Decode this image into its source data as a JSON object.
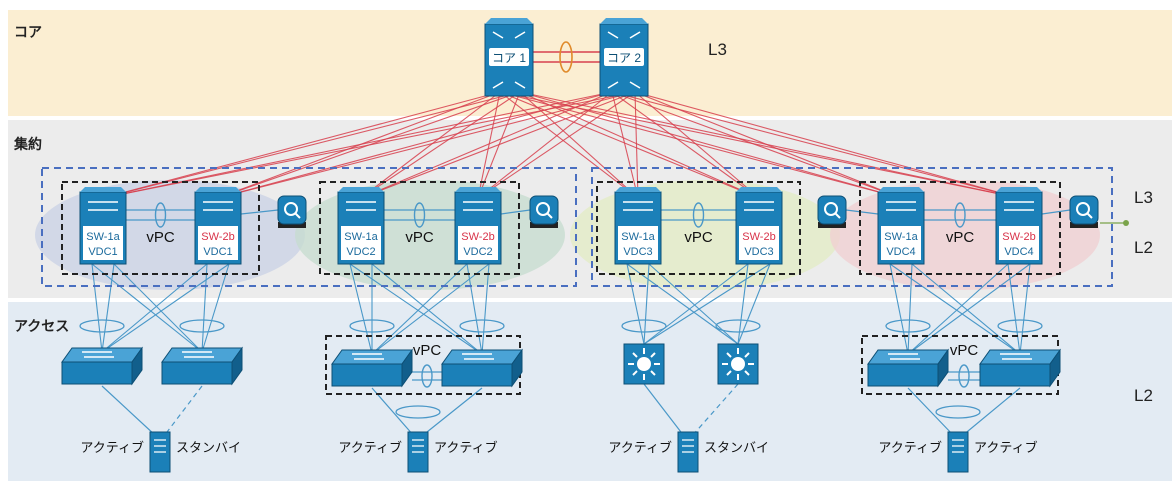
{
  "tiers": {
    "core": "コア",
    "aggregation": "集約",
    "access": "アクセス"
  },
  "layers": {
    "core_l3": "L3",
    "agg_l3": "L3",
    "agg_l2": "L2",
    "access_l2": "L2"
  },
  "core_switches": [
    "コア 1",
    "コア 2"
  ],
  "vdc_pairs": [
    {
      "left_name": "SW-1a",
      "left_vdc": "VDC1",
      "right_name": "SW-2b",
      "right_vdc": "VDC1",
      "label": "vPC"
    },
    {
      "left_name": "SW-1a",
      "left_vdc": "VDC2",
      "right_name": "SW-2b",
      "right_vdc": "VDC2",
      "label": "vPC"
    },
    {
      "left_name": "SW-1a",
      "left_vdc": "VDC3",
      "right_name": "SW-2b",
      "right_vdc": "VDC3",
      "label": "vPC"
    },
    {
      "left_name": "SW-1a",
      "left_vdc": "VDC4",
      "right_name": "SW-2b",
      "right_vdc": "VDC4",
      "label": "vPC"
    }
  ],
  "access_vpc_labels": [
    "vPC",
    "vPC"
  ],
  "servers": [
    {
      "left": "アクティブ",
      "right": "スタンバイ"
    },
    {
      "left": "アクティブ",
      "right": "アクティブ"
    },
    {
      "left": "アクティブ",
      "right": "スタンバイ"
    },
    {
      "left": "アクティブ",
      "right": "アクティブ"
    }
  ],
  "colors": {
    "core_band": "#fbeed2",
    "agg_band": "#ececec",
    "access_band": "#e3ebf3",
    "device_blue": "#1b80b8",
    "uplink_red": "#d8404e",
    "link_blue": "#4a98c8",
    "vdc_pink": "#d8334a",
    "group_dash_blue": "#4a6fc0"
  },
  "icons": [
    "core-switch-icon",
    "nexus-switch-icon",
    "load-balancer-icon",
    "access-switch-icon",
    "multilayer-switch-icon",
    "server-icon"
  ]
}
